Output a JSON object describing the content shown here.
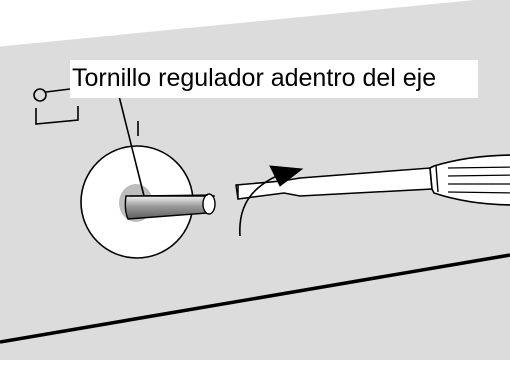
{
  "diagram": {
    "callout_label": "Tornillo regulador adentro del eje",
    "colors": {
      "panel_fill": "#dcdcdc",
      "outline": "#000000",
      "dial_fill": "#ffffff",
      "shaft_hole": "#bdbdbd",
      "shaft_highlight": "#7a7a7a",
      "background": "#ffffff"
    },
    "parts": [
      "appliance-panel",
      "control-dial",
      "shaft",
      "setting-indicator",
      "screwdriver",
      "turning-arrow"
    ]
  }
}
